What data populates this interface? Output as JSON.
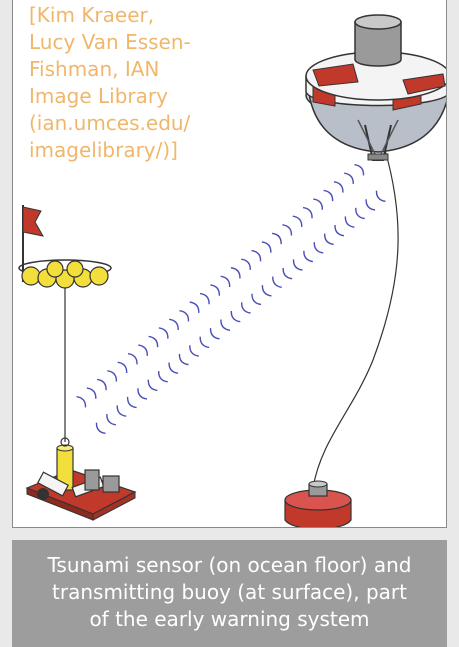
{
  "credit": {
    "lines": [
      "[Kim Kraeer,",
      "Lucy Van Essen-",
      "Fishman, IAN",
      "Image Library",
      "(ian.umces.edu/",
      "imagelibrary/)]"
    ]
  },
  "caption": {
    "lines": [
      "Tsunami sensor (on ocean floor) and",
      "transmitting buoy (at surface), part",
      "of the early warning system"
    ]
  },
  "colors": {
    "buoy_red": "#c0392b",
    "buoy_white": "#f4f4f4",
    "buoy_grey": "#9a9a9a",
    "sensor_yellow": "#f2df3c",
    "signal_blue": "#4a4fb5",
    "credit_orange": "#f0b76a",
    "caption_bg": "#9d9d9d"
  },
  "icons": {
    "flag": "red-flag-icon",
    "float": "float-ring-icon",
    "sensor": "bottom-pressure-sensor-icon",
    "buoy": "surface-buoy-icon",
    "anchor": "anchor-weight-icon",
    "signal": "acoustic-signal-icon"
  }
}
